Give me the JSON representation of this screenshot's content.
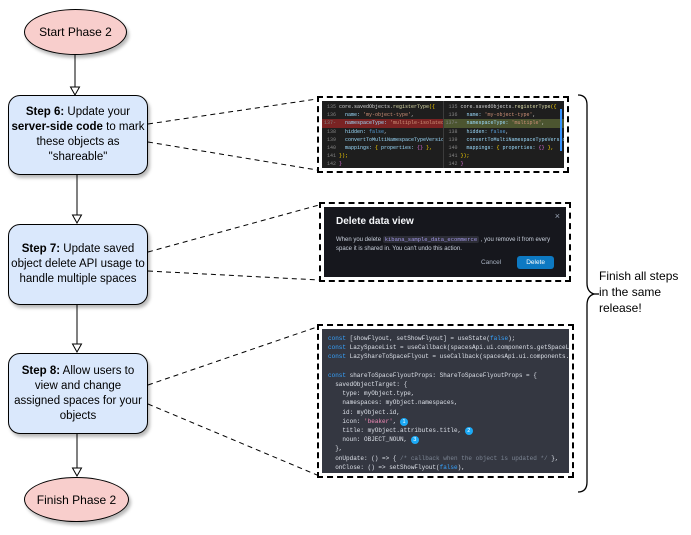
{
  "flowchart": {
    "start_label": "Start Phase 2",
    "finish_label": "Finish Phase 2",
    "side_note": "Finish all steps in the same release!",
    "steps": [
      {
        "segments": [
          {
            "t": "Step 6:",
            "b": 1
          },
          {
            "t": " Update your ",
            "b": 0
          },
          {
            "t": "server-side code",
            "b": 1
          },
          {
            "t": " to mark these objects as \"shareable\"",
            "b": 0
          }
        ]
      },
      {
        "segments": [
          {
            "t": "Step 7:",
            "b": 1
          },
          {
            "t": " Update saved object delete API usage to handle multiple spaces",
            "b": 0
          }
        ]
      },
      {
        "segments": [
          {
            "t": "Step 8:",
            "b": 1
          },
          {
            "t": " Allow users to view and change assigned spaces for your objects",
            "b": 0
          }
        ]
      }
    ]
  },
  "diff_panel": {
    "left_lines": [
      {
        "n": "135",
        "h": "",
        "c": [
          [
            "core.savedObjects.",
            ""
          ],
          [
            "registerType",
            "fn"
          ],
          [
            "({",
            "br"
          ]
        ]
      },
      {
        "n": "136",
        "h": "",
        "c": [
          [
            "  name: ",
            "prop"
          ],
          [
            "'my-object-type'",
            "str"
          ],
          [
            ",",
            ""
          ]
        ]
      },
      {
        "n": "137-",
        "h": "removed",
        "c": [
          [
            "  namespaceType: ",
            "prop"
          ],
          [
            "'multiple-isolated'",
            "str"
          ],
          [
            ",",
            ""
          ]
        ]
      },
      {
        "n": "138",
        "h": "",
        "c": [
          [
            "  hidden: ",
            "prop"
          ],
          [
            "false",
            "kw"
          ],
          [
            ",",
            ""
          ]
        ]
      },
      {
        "n": "139",
        "h": "",
        "c": [
          [
            "  convertToMultiNamespaceTypeVersion: ",
            "prop"
          ],
          [
            "'",
            "str"
          ]
        ]
      },
      {
        "n": "140",
        "h": "",
        "c": [
          [
            "  mappings: ",
            "prop"
          ],
          [
            "{ ",
            "br"
          ],
          [
            "properties: ",
            "prop"
          ],
          [
            "{}",
            "br2"
          ],
          [
            " },",
            "br"
          ]
        ]
      },
      {
        "n": "141",
        "h": "",
        "c": [
          [
            "});",
            "br"
          ]
        ]
      },
      {
        "n": "142",
        "h": "",
        "c": [
          [
            "}",
            "br2"
          ]
        ]
      }
    ],
    "right_lines": [
      {
        "n": "135",
        "h": "",
        "c": [
          [
            "core.savedObjects.",
            ""
          ],
          [
            "registerType",
            "fn"
          ],
          [
            "({",
            "br"
          ]
        ]
      },
      {
        "n": "136",
        "h": "",
        "c": [
          [
            "  name: ",
            "prop"
          ],
          [
            "'my-object-type'",
            "str"
          ],
          [
            ",",
            ""
          ]
        ]
      },
      {
        "n": "137+",
        "h": "added",
        "c": [
          [
            "  namespaceType: ",
            "prop"
          ],
          [
            "'multiple'",
            "str"
          ],
          [
            ",",
            ""
          ]
        ]
      },
      {
        "n": "138",
        "h": "",
        "c": [
          [
            "  hidden: ",
            "prop"
          ],
          [
            "false",
            "kw"
          ],
          [
            ",",
            ""
          ]
        ]
      },
      {
        "n": "139",
        "h": "",
        "c": [
          [
            "  convertToMultiNamespaceTypeVersion: ",
            "prop"
          ],
          [
            "'",
            "str"
          ]
        ]
      },
      {
        "n": "140",
        "h": "",
        "c": [
          [
            "  mappings: ",
            "prop"
          ],
          [
            "{ ",
            "br"
          ],
          [
            "properties: ",
            "prop"
          ],
          [
            "{}",
            "br2"
          ],
          [
            " },",
            "br"
          ]
        ]
      },
      {
        "n": "141",
        "h": "",
        "c": [
          [
            "});",
            "br"
          ]
        ]
      },
      {
        "n": "142",
        "h": "",
        "c": [
          [
            "}",
            "br2"
          ]
        ]
      }
    ]
  },
  "modal": {
    "title": "Delete data view",
    "body_pre": "When you delete ",
    "code": "kibana_sample_data_ecommerce",
    "body_post": " , you remove it from every space it is shared in. You can't undo this action.",
    "cancel_label": "Cancel",
    "delete_label": "Delete",
    "close_icon": "×"
  },
  "code_panel": {
    "lines": [
      [
        [
          "const ",
          "kw"
        ],
        [
          "[showFlyout, setShowFlyout] = useState(",
          ""
        ],
        [
          "false",
          "bool"
        ],
        [
          ");",
          ""
        ]
      ],
      [
        [
          "const ",
          "kw"
        ],
        [
          "LazySpaceList = useCallback(spacesApi.ui.components.getSpaceLis",
          ""
        ]
      ],
      [
        [
          "const ",
          "kw"
        ],
        [
          "LazyShareToSpaceFlyout = useCallback(spacesApi.ui.components.ge",
          ""
        ]
      ],
      [],
      [
        [
          "const ",
          "kw"
        ],
        [
          "shareToSpaceFlyoutProps: ShareToSpaceFlyoutProps = {",
          ""
        ]
      ],
      [
        [
          "  savedObjectTarget: {",
          ""
        ]
      ],
      [
        [
          "    type: myObject.type,",
          ""
        ]
      ],
      [
        [
          "    namespaces: myObject.namespaces,",
          ""
        ]
      ],
      [
        [
          "    id: myObject.id,",
          ""
        ]
      ],
      [
        [
          "    icon: ",
          ""
        ],
        [
          "'beaker'",
          "str"
        ],
        [
          ", ",
          ""
        ],
        [
          "1",
          "marker"
        ]
      ],
      [
        [
          "    title: myObject.attributes.title, ",
          ""
        ],
        [
          "2",
          "marker"
        ]
      ],
      [
        [
          "    noun: OBJECT_NOUN, ",
          ""
        ],
        [
          "3",
          "marker"
        ]
      ],
      [
        [
          "  },",
          ""
        ]
      ],
      [
        [
          "  onUpdate: () => { ",
          ""
        ],
        [
          "/* callback when the object is updated */",
          "cmt"
        ],
        [
          " },",
          ""
        ]
      ],
      [
        [
          "  onClose: () => setShowFlyout(",
          ""
        ],
        [
          "false",
          "bool"
        ],
        [
          "),",
          ""
        ]
      ],
      [
        [
          "};",
          ""
        ]
      ]
    ]
  },
  "colors": {
    "step_fill": "#dae8fc",
    "terminal_fill": "#f8cecc",
    "delete_button": "#0d79c2",
    "removed_line": "#7a2323",
    "added_line": "#4c5530"
  }
}
